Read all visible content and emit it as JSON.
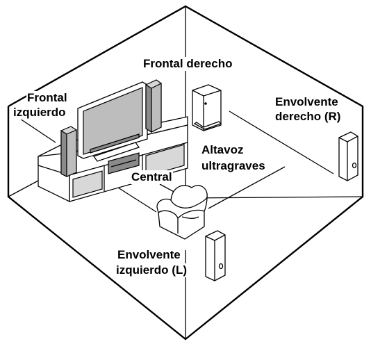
{
  "labels": {
    "front_right": "Frontal derecho",
    "front_left_1": "Frontal",
    "front_left_2": "izquierdo",
    "surround_right_1": "Envolvente",
    "surround_right_2": "derecho (R)",
    "subwoofer_1": "Altavoz",
    "subwoofer_2": "ultragraves",
    "center": "Central",
    "surround_left_1": "Envolvente",
    "surround_left_2": "izquierdo (L)"
  },
  "colors": {
    "outline": "#000000",
    "background": "#ffffff",
    "speaker_light": "#d8d8d8",
    "speaker_mid": "#bdbdbd",
    "speaker_dark": "#8a8a8a"
  }
}
